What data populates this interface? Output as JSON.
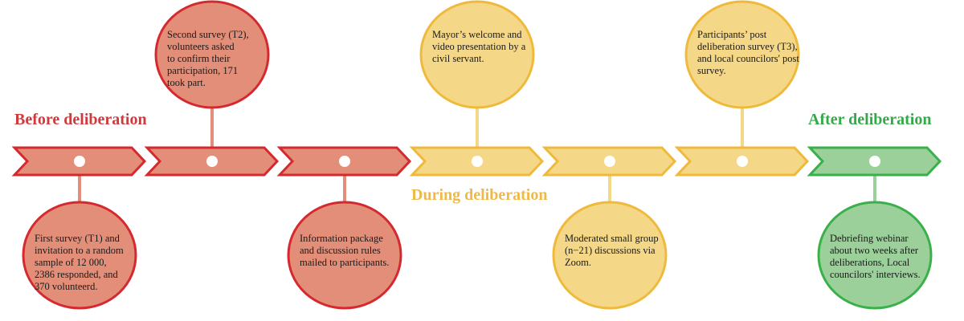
{
  "colors": {
    "before": {
      "fill": "#e38e78",
      "stroke": "#d42a2f",
      "label": "#cf3a3c",
      "connector": "#e38e78"
    },
    "during": {
      "fill": "#f4d787",
      "stroke": "#efba3c",
      "label": "#efb948",
      "connector": "#f4d787"
    },
    "after": {
      "fill": "#9bd09a",
      "stroke": "#3ab04a",
      "label": "#35a94a",
      "connector": "#9bd09a"
    }
  },
  "phases": {
    "before": "Before deliberation",
    "during": "During deliberation",
    "after": "After deliberation"
  },
  "steps": [
    {
      "phase": "before",
      "bubble": "below",
      "lines": [
        "First survey (T1) and",
        "invitation to a random",
        "sample of 12 000,",
        "2386 responded, and",
        "370 volunteerd."
      ]
    },
    {
      "phase": "before",
      "bubble": "above",
      "lines": [
        "Second survey (T2),",
        "volunteers asked",
        "to confirm their",
        "participation, 171",
        "took part."
      ]
    },
    {
      "phase": "before",
      "bubble": "below",
      "lines": [
        "Information package",
        "and discussion rules",
        "mailed to participants."
      ]
    },
    {
      "phase": "during",
      "bubble": "above",
      "lines": [
        "Mayor’s welcome and",
        "video presentation by a",
        "civil servant."
      ]
    },
    {
      "phase": "during",
      "bubble": "below",
      "lines": [
        "Moderated small group",
        "(n−21) discussions via",
        "Zoom."
      ]
    },
    {
      "phase": "during",
      "bubble": "above",
      "lines": [
        "Participants’ post",
        "deliberation survey (T3),",
        "and local councilors' post",
        "survey."
      ]
    },
    {
      "phase": "after",
      "bubble": "below",
      "lines": [
        "Debriefing webinar",
        "about two weeks after",
        "deliberations, Local",
        "councilors' interviews."
      ]
    }
  ]
}
